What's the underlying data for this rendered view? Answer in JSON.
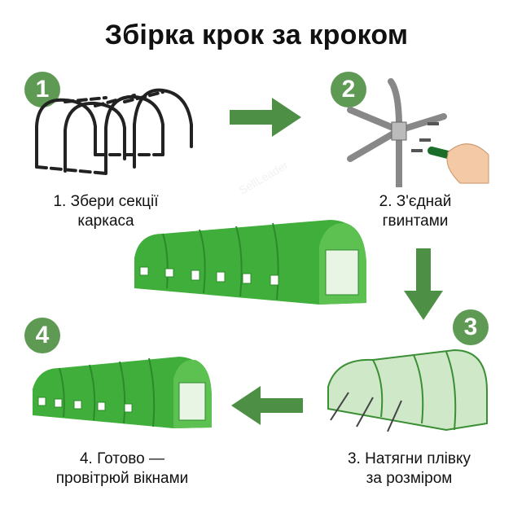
{
  "title": "Збірка крок за кроком",
  "steps": [
    {
      "number": "1",
      "caption_line1": "1. Збери секції",
      "caption_line2": "каркаса"
    },
    {
      "number": "2",
      "caption_line1": "2. З'єднай",
      "caption_line2": "гвинтами"
    },
    {
      "number": "3",
      "caption_line1": "3. Натягни плівку",
      "caption_line2": "за розміром"
    },
    {
      "number": "4",
      "caption_line1": "4. Готово —",
      "caption_line2": "провітрюй вікнами"
    }
  ],
  "watermark": "SellLeader",
  "colors": {
    "accent_green": "#5f9a55",
    "greenhouse_green": "#3fae3a",
    "arrow_green": "#4d8f45"
  }
}
